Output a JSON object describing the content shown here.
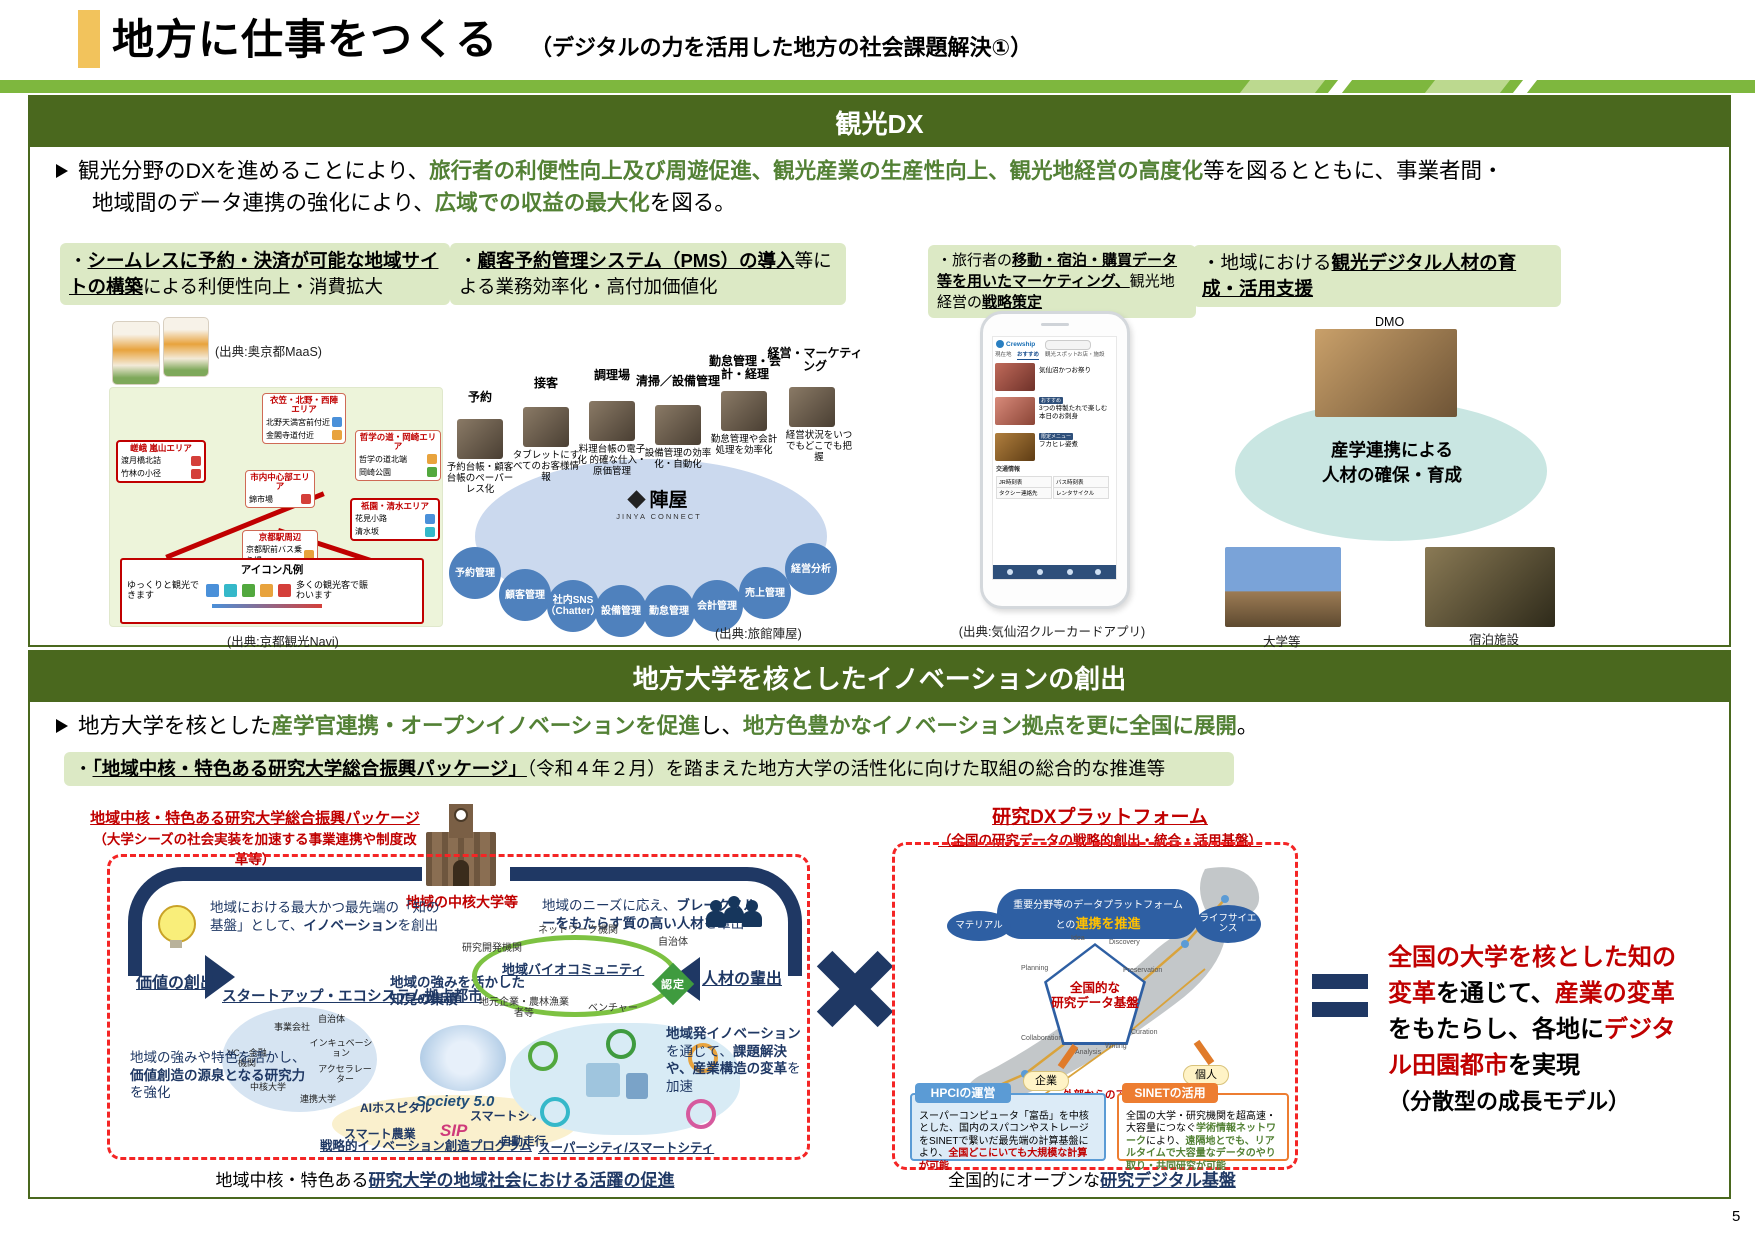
{
  "page": {
    "title": "地方に仕事をつくる",
    "subtitle": "（デジタルの力を活用した地方の社会課題解決①）",
    "page_number": "5"
  },
  "colors": {
    "section_green": "#4a681e",
    "highlight_green": "#dce9c5",
    "text_green": "#538135",
    "navy": "#1f3864",
    "red": "#c00000"
  },
  "tourism": {
    "header": "観光DX",
    "lead": {
      "p1": "観光分野のDXを進めることにより、",
      "g1": "旅行者の利便性向上及び周遊促進、観光産業の生産性向上、観光地経営の高度化",
      "p2a": "等を図るとともに、事業者間・",
      "p2b": "地域間のデータ連携の強化により、",
      "g2": "広域での収益の最大化",
      "p3": "を図る。"
    },
    "points": {
      "b1": {
        "pre": "・",
        "em": "シームレスに予約・決済が可能な地域サイトの構築",
        "post": "による利便性向上・消費拡大"
      },
      "b2": {
        "pre": "・",
        "em": "顧客予約管理システム（PMS）の導入",
        "post": "等による業務効率化・高付加価値化"
      },
      "b3": {
        "pre": "・旅行者の",
        "em": "移動・宿泊・購買データ等を用いたマーケティング、",
        "mid": "観光地経営の",
        "em2": "戦略策定"
      },
      "b4": {
        "pre": "・地域における",
        "em": "観光デジタル人材の育成・活用支援"
      }
    },
    "kyoto": {
      "source_top": "(出典:奥京都MaaS)",
      "source_bottom": "(出典:京都観光Navi)",
      "areas": [
        {
          "name": "嵯峨 嵐山エリア",
          "s1": "渡月橋北詰",
          "s2": "竹林の小径"
        },
        {
          "name": "衣笠・北野・西陣エリア",
          "s1": "北野天満宮前付近",
          "s2": "金閣寺道付近"
        },
        {
          "name": "哲学の道・岡崎エリア",
          "s1": "哲学の道北端",
          "s2": "岡崎公園"
        },
        {
          "name": "市内中心部エリア",
          "s1": "錦市場"
        },
        {
          "name": "京都駅周辺",
          "s1": "京都駅前バス乗り場"
        },
        {
          "name": "祇園・清水エリア",
          "s1": "花見小路",
          "s2": "清水坂"
        }
      ],
      "legend": {
        "title": "アイコン凡例",
        "left": "ゆっくりと観光できます",
        "right": "多くの観光客で賑わいます"
      }
    },
    "jinya": {
      "steps": [
        "予約",
        "接客",
        "調理場",
        "清掃／設備管理",
        "勤怠管理・会計・経理",
        "経営・マーケティング"
      ],
      "notes": [
        "予約台帳・顧客台帳のペーパーレス化",
        "タブレットにすべてのお客様情報",
        "料理台帳の電子化 的確な仕入・原価管理",
        "設備管理の効率化・自動化",
        "勤怠管理や会計処理を効率化",
        "経営状況をいつでもどこでも把握"
      ],
      "brand": "陣屋",
      "brand_sub": "JINYA CONNECT",
      "modules": [
        "予約管理",
        "顧客管理",
        "社内SNS（Chatter）",
        "設備管理",
        "勤怠管理",
        "会計管理",
        "売上管理",
        "経営分析"
      ],
      "source": "(出典:旅館陣屋)"
    },
    "kesennuma": {
      "brand": "Crewship",
      "nav": [
        "現在地",
        "おすすめ",
        "観光スポット",
        "お店・施設"
      ],
      "cards": [
        "気仙沼かつお祭り",
        "3つの特製たれで楽しむ本日のお刺身",
        "フカヒレ姿煮"
      ],
      "links_title": "交通情報",
      "links": [
        "JR時刻表",
        "バス時刻表",
        "タクシー連絡先",
        "レンタサイクル"
      ],
      "source": "(出典:気仙沼クルーカードアプリ)"
    },
    "dmo": {
      "label": "DMO",
      "ellipse": "産学連携による\n人材の確保・育成",
      "cap1": "大学等",
      "cap2": "宿泊施設"
    }
  },
  "univ": {
    "header": "地方大学を核としたイノベーションの創出",
    "lead": {
      "p1": "地方大学を核とした",
      "g1": "産学官連携・オープンイノベーションを促進",
      "p2": "し、",
      "g2": "地方色豊かなイノベーション拠点を更に全国に展開",
      "p3": "。"
    },
    "package": {
      "pre": "・",
      "em": "「地域中核・特色ある研究大学総合振興パッケージ」",
      "post": "（令和４年２月）を踏まえた地方大学の活性化に向けた取組の総合的な推進等"
    },
    "left": {
      "title": "地域中核・特色ある研究大学総合振興パッケージ",
      "subtitle": "（大学シーズの社会実装を加速する事業連携や制度改革等）",
      "univ_label": "地域の中核大学等",
      "value_note": {
        "p1": "地域における最大かつ最先端の「知の基盤」として、",
        "b1": "イノベーション",
        "p2": "を創出"
      },
      "value_label": "価値の創出",
      "talent_note": {
        "p1": "地域のニーズに応え、",
        "b1": "ブレークスルーをもたらす質の高い人材",
        "p2": "を輩出"
      },
      "talent_label": "人材の輩出",
      "startup_title": "スタートアップ・エコシステム拠点都市",
      "startup": [
        "事業会社",
        "自治体",
        "インキュベーション",
        "VC・金融機関",
        "アクセラレーター",
        "中核大学",
        "連携大学"
      ],
      "knowledge_note": "地域の強みを活かした知見の集積",
      "strength_note": {
        "p1": "地域の強みや特色を活かし、",
        "b1": "価値創造の源泉となる研究力",
        "p2": "を強化"
      },
      "sip": {
        "l1": "AIホスピタル",
        "l2": "スマートシティ",
        "l3": "スマート農業",
        "l4": "自動走行",
        "logo": "SIP",
        "caption": "戦略的イノベーション創造プログラム"
      },
      "society": "Society 5.0",
      "bio": {
        "title": "地域バイオコミュニティ",
        "m1": "ネットワーク機関",
        "m2": "研究開発機関",
        "m3": "自治体",
        "m4": "地元企業・農林漁業者等",
        "m5": "ベンチャー",
        "badge": "認定"
      },
      "innovation_note": {
        "b1": "地域発イノベーション",
        "p1": "を通じて、",
        "b2": "課題解決や、産業構造の変革",
        "p2": "を加速"
      },
      "smartcity_label": "スーパーシティ/スマートシティ",
      "caption": {
        "p1": "地域中核・特色ある",
        "link": "研究大学の地域社会における活躍の促進"
      }
    },
    "right": {
      "title": "研究DXプラットフォーム",
      "subtitle": "（全国の研究データの戦略的創出・統合・活用基盤）",
      "banner": {
        "p1": "重要分野等のデータプラットフォーム",
        "p2": "との",
        "hl": "連携を推進"
      },
      "mat": "マテリアル",
      "life": "ライフサイエンス",
      "pentagon": "全国的な\n研究データ基盤",
      "cycle": [
        "Planning",
        "Idea",
        "Discovery",
        "Preservation",
        "Curation",
        "Writing",
        "Analysis",
        "Collaboration"
      ],
      "corp": "企業",
      "person": "個人",
      "access": "外部からのアクセスも可",
      "hpci": {
        "title": "HPCIの運営",
        "p1": "スーパーコンピュータ「富岳」を中核とした、国内のスパコンやストレージをSINETで繋いだ最先端の計算基盤により、",
        "r1": "全国どこにいても大規模な計算が可能"
      },
      "sinet": {
        "title": "SINETの活用",
        "p1": "全国の大学・研究機関を超高速・大容量につなぐ",
        "g1": "学術情報ネットワーク",
        "p2": "により、",
        "g2": "遠隔地とでも、リアルタイムで大容量なデータのやり取り・共同研究が可能"
      },
      "caption": {
        "p1": "全国的にオープンな",
        "link": "研究デジタル基盤"
      }
    },
    "summary": {
      "r1": "全国の大学を核とした知の変革",
      "p1": "を通じて、",
      "r2": "産業の変革",
      "p2": "をもたらし、各地に",
      "r3": "デジタル田園都市",
      "p3": "を実現",
      "p4": "（分散型の成長モデル）"
    }
  }
}
